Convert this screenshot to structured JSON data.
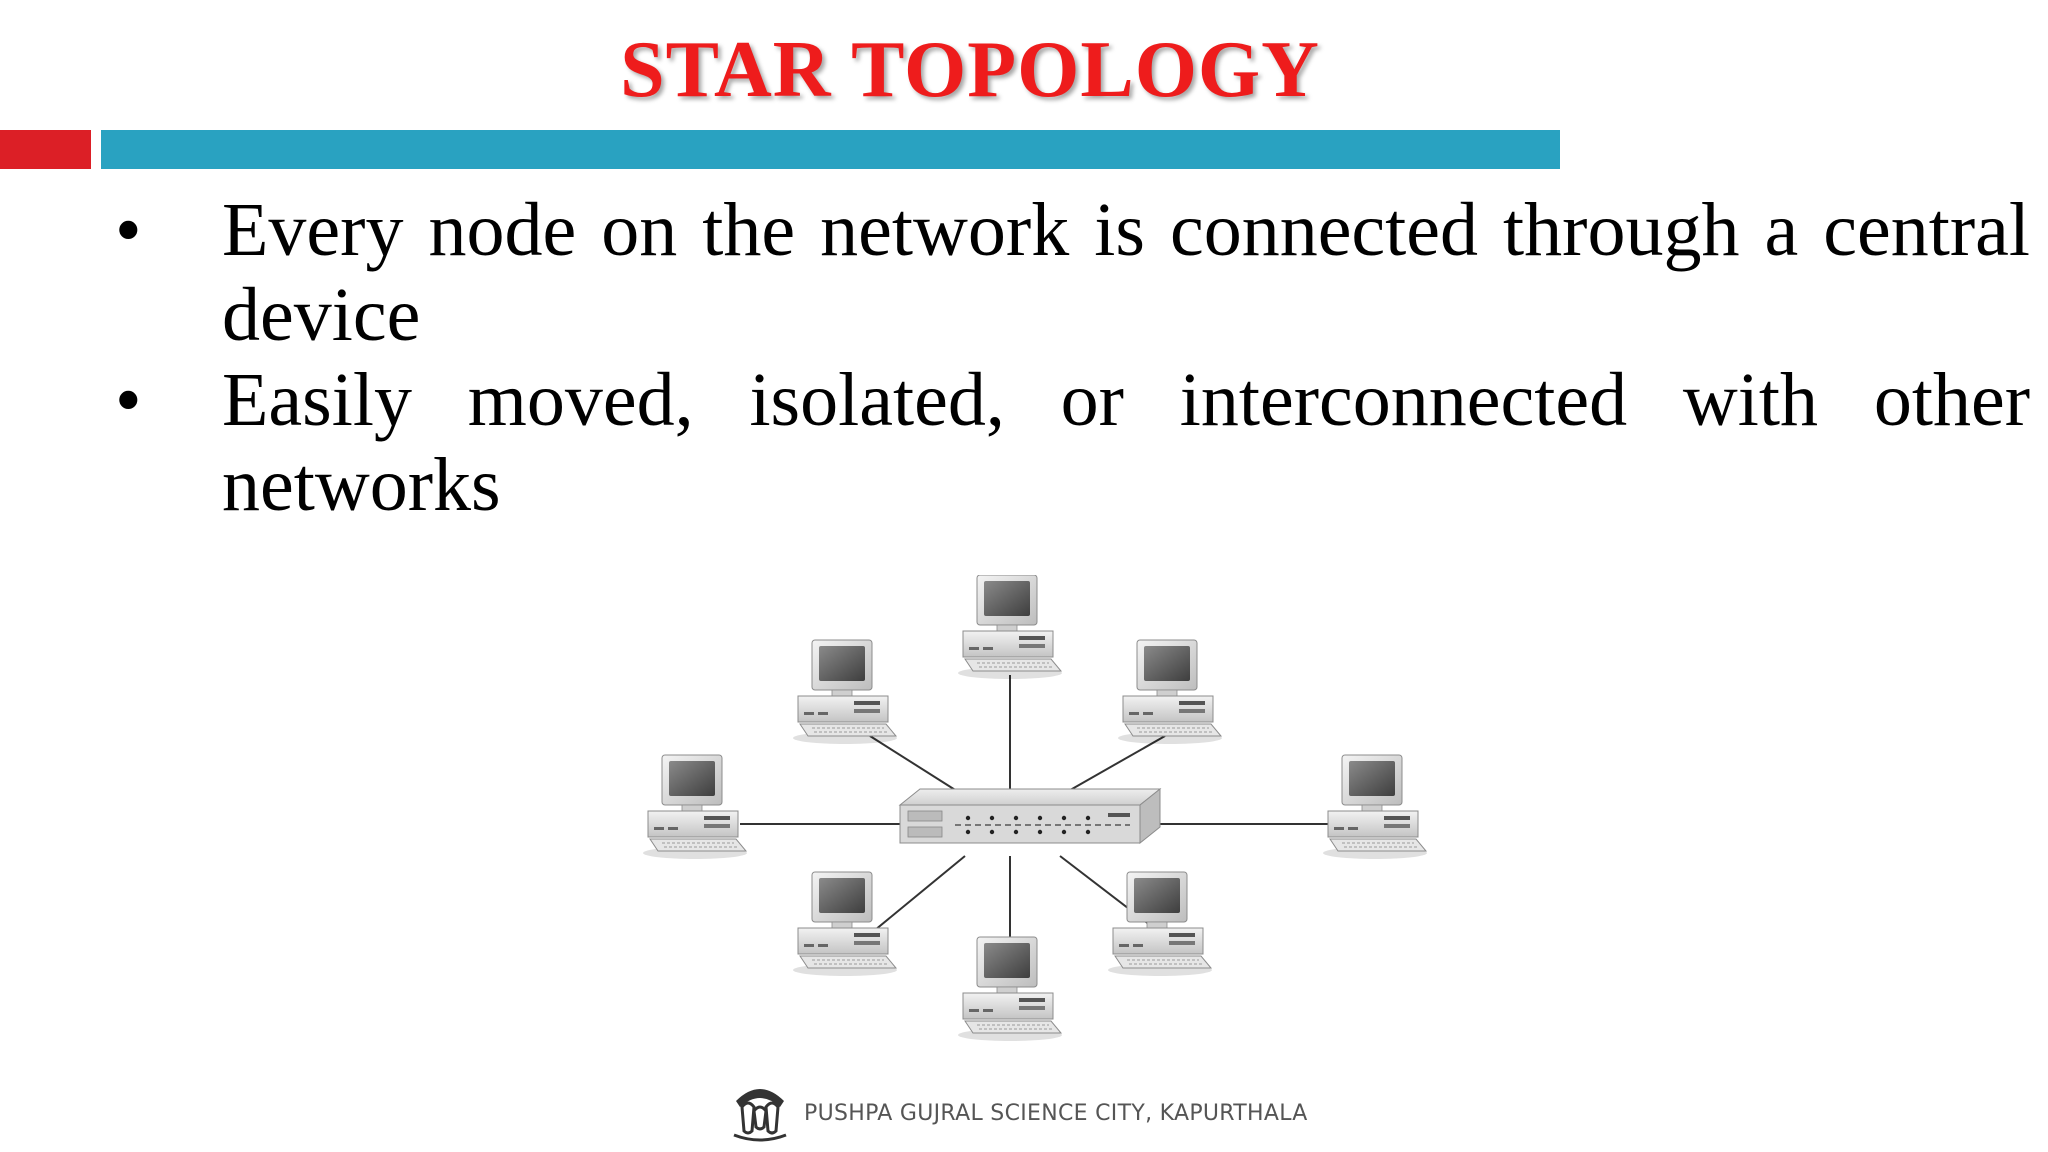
{
  "slide": {
    "title": "STAR TOPOLOGY",
    "bullets": [
      "Every node on the network is connected through a central device",
      "Easily moved, isolated, or interconnected with other networks"
    ],
    "bullet_symbol": "•",
    "footer": "PUSHPA GUJRAL SCIENCE CITY, KAPURTHALA"
  },
  "diagram": {
    "central_device": "hub-switch",
    "node_count": 8,
    "node_icon": "computer-icon"
  },
  "colors": {
    "title": "#ee1c1c",
    "accent_red": "#dc1f26",
    "accent_blue": "#29a2c1"
  }
}
